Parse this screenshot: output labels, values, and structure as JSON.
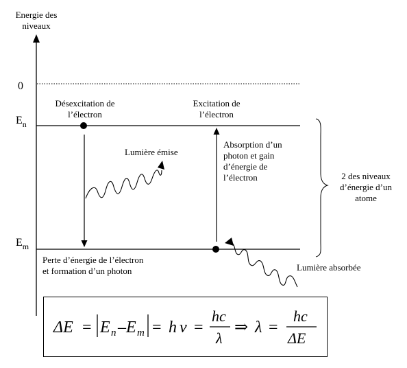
{
  "axis": {
    "title_line1": "Energie des",
    "title_line2": "niveaux",
    "zero_label": "0"
  },
  "levels": {
    "en": {
      "main": "E",
      "sub": "n"
    },
    "em": {
      "main": "E",
      "sub": "m"
    }
  },
  "labels": {
    "desexcitation_line1": "Désexcitation de",
    "desexcitation_line2": "l’électron",
    "excitation_line1": "Excitation de",
    "excitation_line2": "l’électron",
    "emitted_light": "Lumière émise",
    "absorption_line1": "Absorption d’un",
    "absorption_line2": "photon et gain",
    "absorption_line3": "d’énergie de",
    "absorption_line4": "l’électron",
    "levels_line1": "2 des niveaux",
    "levels_line2": "d’énergie d’un",
    "levels_line3": "atome",
    "loss_line1": "Perte d’énergie de l’électron",
    "loss_line2": "et formation d’un photon",
    "absorbed_light": "Lumière absorbée"
  },
  "formula": {
    "delta_e": "ΔE",
    "eq": "=",
    "en": "E",
    "en_sub": "n",
    "minus": "–",
    "em": "E",
    "em_sub": "m",
    "h": "h",
    "nu": "ν",
    "hc": "hc",
    "lambda": "λ",
    "implies": "⇒",
    "lambda2": "λ",
    "hc2": "hc",
    "delta_e2": "ΔE"
  }
}
